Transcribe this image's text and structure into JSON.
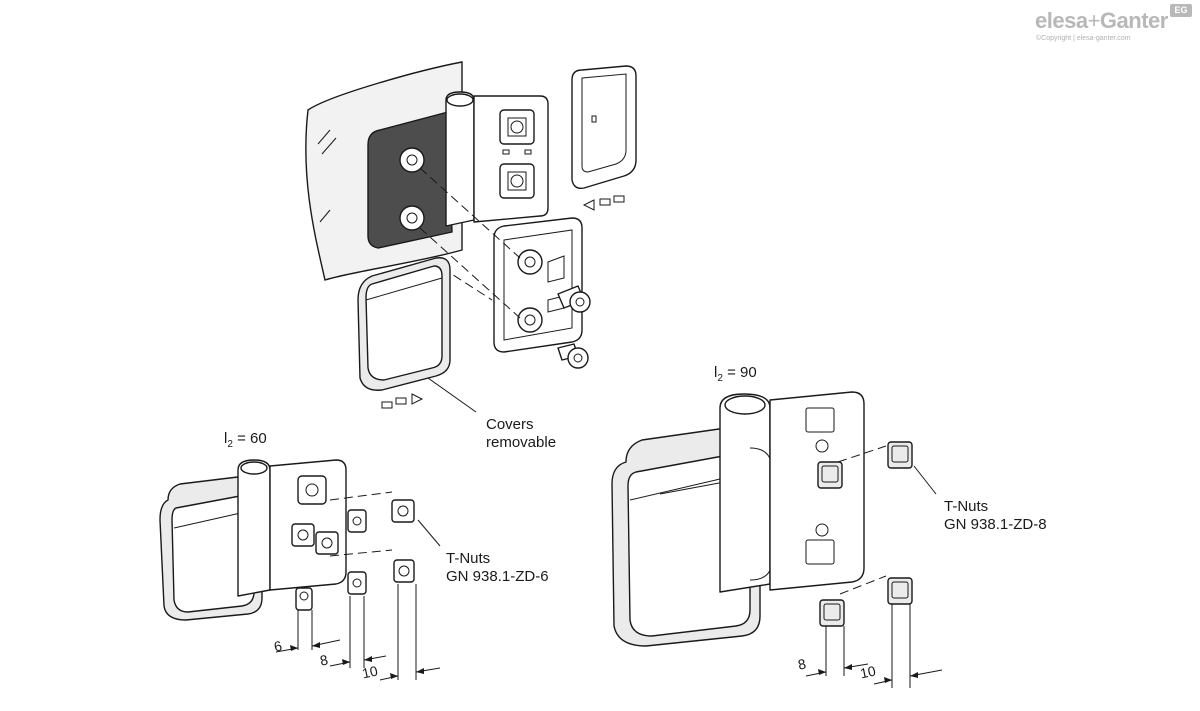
{
  "logo": {
    "brand1": "elesa",
    "plus": "+",
    "brand2": "Ganter",
    "badge": "EG",
    "copyright": "©Copyright | elesa-ganter.com"
  },
  "labels": {
    "covers_line1": "Covers",
    "covers_line2": "removable",
    "l2_small": "= 60",
    "l2_large": "= 90",
    "l2_letter": "l",
    "l2_sub": "2",
    "tnuts_small_line1": "T-Nuts",
    "tnuts_small_line2": "GN 938.1-ZD-6",
    "tnuts_large_line1": "T-Nuts",
    "tnuts_large_line2": "GN 938.1-ZD-8"
  },
  "dimensions": {
    "small": [
      "6",
      "8",
      "10"
    ],
    "large": [
      "8",
      "10"
    ]
  }
}
